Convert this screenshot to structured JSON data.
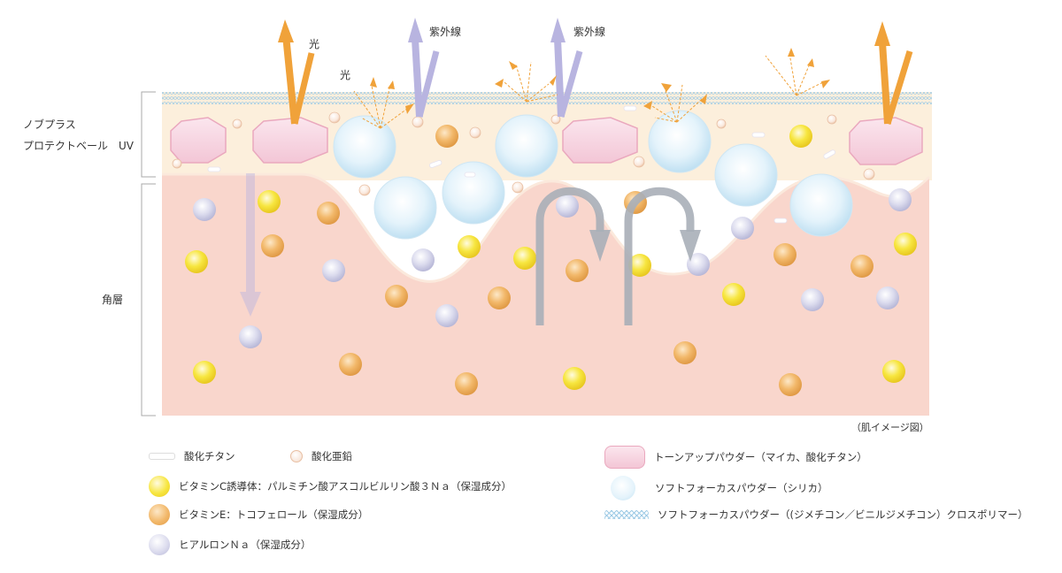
{
  "diagram": {
    "layer_labels": {
      "veil_line1": "ノブプラス",
      "veil_line2": "プロテクトベール　UV",
      "stratum": "角層"
    },
    "arrow_labels": {
      "light_left": "光",
      "light_small": "光",
      "uv_1": "紫外線",
      "uv_2": "紫外線"
    },
    "caption": "（肌イメージ図）",
    "colors": {
      "veil_bg": "#fcefdc",
      "skin_bg": "#f9d6cc",
      "arrow_orange": "#f0a23a",
      "arrow_lavender": "#b8b4e0",
      "arrow_gray": "#a9afb8",
      "silica": "#d9eef8",
      "tone_up": "#f6d3df",
      "vitamin_c": "#f7e84a",
      "vitamin_e": "#f2b86a",
      "hyaluron": "#d6d6ea"
    }
  },
  "legend": {
    "left": [
      {
        "key": "titanium",
        "label": "酸化チタン"
      },
      {
        "key": "zinc",
        "label": "酸化亜鉛"
      },
      {
        "key": "vitamin_c",
        "label": "ビタミンC誘導体：パルミチン酸アスコルビルリン酸３Ｎａ（保湿成分）"
      },
      {
        "key": "vitamin_e",
        "label": "ビタミンE：トコフェロール（保湿成分）"
      },
      {
        "key": "hyaluron",
        "label": "ヒアルロンＮａ（保湿成分）"
      }
    ],
    "right": [
      {
        "key": "tone_up",
        "label": "トーンアップパウダー（マイカ、酸化チタン）"
      },
      {
        "key": "silica",
        "label": "ソフトフォーカスパウダー（シリカ）"
      },
      {
        "key": "crosspolymer",
        "label": "ソフトフォーカスパウダー（(ジメチコン／ビニルジメチコン）クロスポリマー）"
      }
    ]
  }
}
